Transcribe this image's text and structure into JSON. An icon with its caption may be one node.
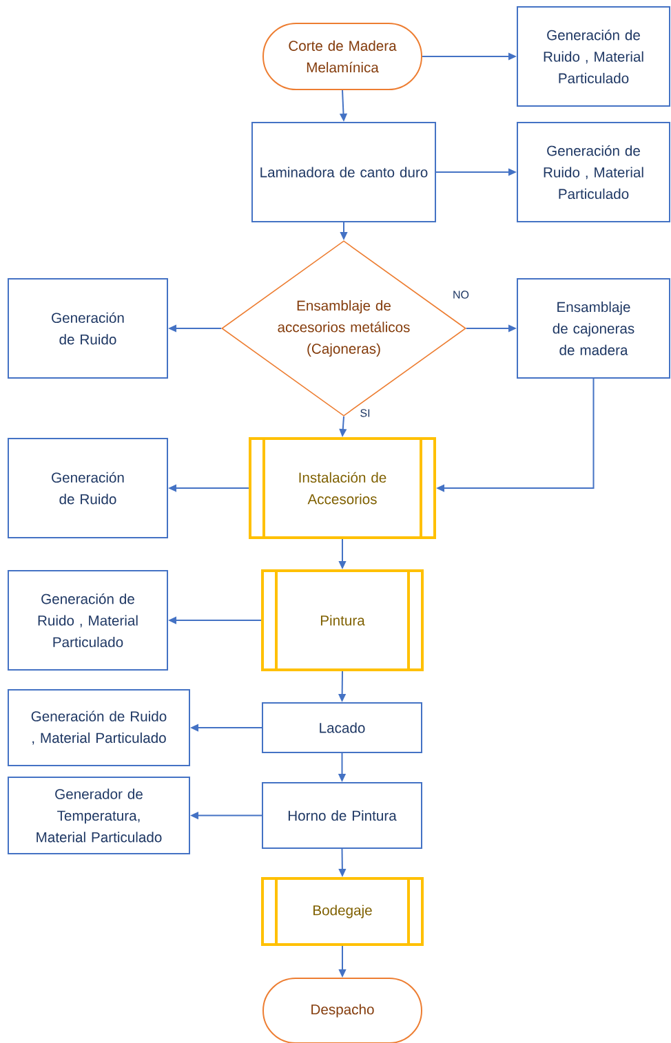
{
  "diagram": {
    "nodes": [
      {
        "text": [
          "Corte de Madera Melamínica"
        ]
      },
      {
        "text": [
          "Generación de Ruido , Material Particulado"
        ]
      },
      {
        "text": [
          "Laminadora de canto duro"
        ]
      },
      {
        "text": [
          "Generación de Ruido , Material Particulado"
        ]
      },
      {
        "text": [
          "Ensamblaje de accesorios metálicos (Cajoneras)"
        ]
      },
      {
        "text": [
          "Generación de Ruido"
        ]
      },
      {
        "text": [
          "Ensamblaje de cajoneras de madera"
        ]
      },
      {
        "text": [
          "Generación de Ruido"
        ]
      },
      {
        "text": [
          "Instalación de Accesorios"
        ]
      },
      {
        "text": [
          "Generación de Ruido , Material Particulado"
        ]
      },
      {
        "text": [
          "Pintura"
        ]
      },
      {
        "text": [
          "Generación de Ruido , Material Particulado"
        ]
      },
      {
        "text": [
          "Lacado"
        ]
      },
      {
        "text": [
          "Generador de Temperatura, Material Particulado"
        ]
      },
      {
        "text": [
          "Horno de Pintura"
        ]
      },
      {
        "text": [
          "Bodegaje"
        ]
      },
      {
        "text": [
          "Despacho"
        ]
      }
    ],
    "edges": [
      {
        "from": 0,
        "to": 1,
        "arrow": "to"
      },
      {
        "from": 0,
        "to": 2,
        "arrow": "to"
      },
      {
        "from": 2,
        "to": 3,
        "arrow": "to"
      },
      {
        "from": 2,
        "to": 4,
        "arrow": "to"
      },
      {
        "from": 4,
        "to": 5,
        "arrow": "to"
      },
      {
        "from": 4,
        "to": 6,
        "arrow": "to",
        "label": "NO"
      },
      {
        "from": 4,
        "to": 8,
        "arrow": "to",
        "label": "SI"
      },
      {
        "from": 6,
        "to": 8,
        "arrow": "to"
      },
      {
        "from": 8,
        "to": 7,
        "arrow": "to"
      },
      {
        "from": 8,
        "to": 10,
        "arrow": "to"
      },
      {
        "from": 10,
        "to": 9,
        "arrow": "to"
      },
      {
        "from": 10,
        "to": 12,
        "arrow": "to"
      },
      {
        "from": 12,
        "to": 11,
        "arrow": "to"
      },
      {
        "from": 12,
        "to": 14,
        "arrow": "to"
      },
      {
        "from": 14,
        "to": 13,
        "arrow": "to"
      },
      {
        "from": 14,
        "to": 15,
        "arrow": "to"
      },
      {
        "from": 15,
        "to": 16,
        "arrow": "to"
      }
    ]
  }
}
